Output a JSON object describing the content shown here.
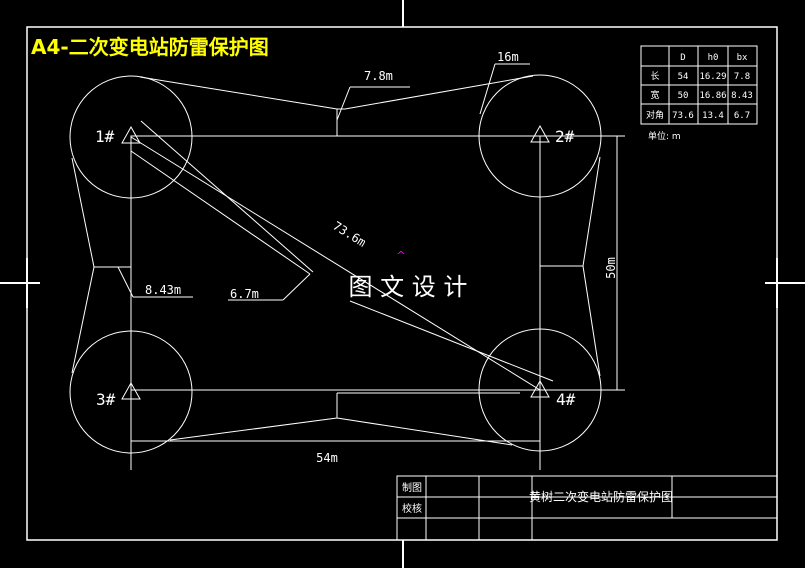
{
  "title": "A4-二次变电站防雷保护图",
  "watermark": "图 文 设 计",
  "rods": {
    "r1": "1#",
    "r2": "2#",
    "r3": "3#",
    "r4": "4#"
  },
  "dimensions": {
    "gap_top": "7.8m",
    "radius": "16m",
    "diagonal": "73.6m",
    "bx_side": "8.43m",
    "bx_diag": "6.7m",
    "height": "50m",
    "width": "54m"
  },
  "param_table": {
    "headers": [
      "",
      "D",
      "h0",
      "bx"
    ],
    "rows": [
      [
        "长",
        "54",
        "16.29",
        "7.8"
      ],
      [
        "宽",
        "50",
        "16.86",
        "8.43"
      ],
      [
        "对角",
        "73.6",
        "13.4",
        "6.7"
      ]
    ],
    "unit_label": "单位: m"
  },
  "title_block": {
    "draw_label": "制图",
    "check_label": "校核",
    "drawing_name": "黄树二次变电站防雷保护图"
  },
  "colors": {
    "background": "#000000",
    "lines": "#ffffff",
    "title": "#ffff00",
    "marker": "#ff00ff"
  }
}
